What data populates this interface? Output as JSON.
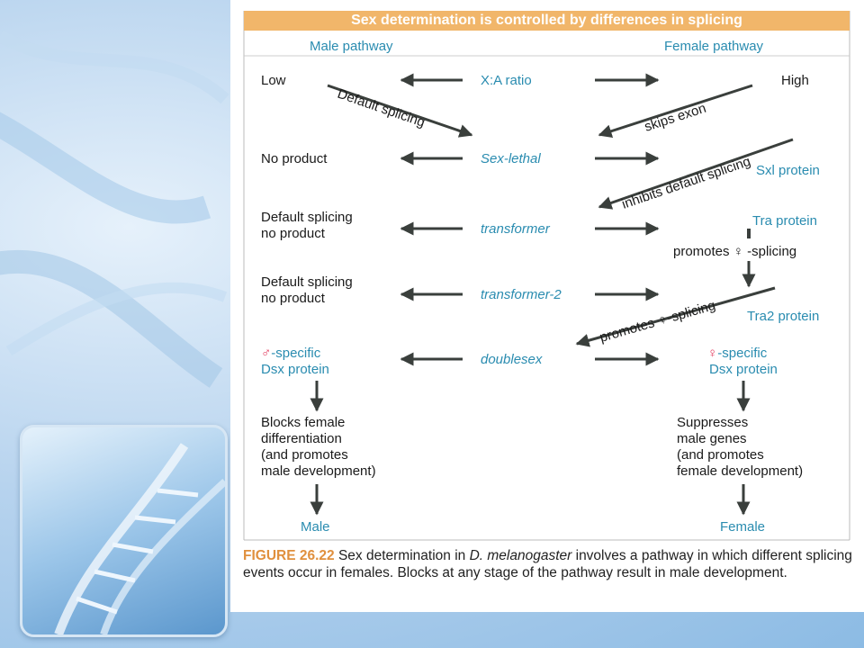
{
  "title": "Sex determination is controlled by differences in splicing",
  "male_pathway": "Male pathway",
  "female_pathway": "Female pathway",
  "row1": {
    "left": "Low",
    "center": "X:A ratio",
    "right": "High"
  },
  "row2": {
    "left": "No product",
    "center": "Sex-lethal",
    "right": "Sxl protein"
  },
  "row3": {
    "left1": "Default splicing",
    "left2": "no product",
    "center": "transformer",
    "right": "Tra protein"
  },
  "row4": {
    "left1": "Default splicing",
    "left2": "no product",
    "center": "transformer-2",
    "right": "Tra2 protein"
  },
  "row5": {
    "left1": "-specific",
    "left2": "Dsx protein",
    "center": "doublesex",
    "right1": "-specific",
    "right2": "Dsx protein"
  },
  "male_outcome": [
    "Blocks female",
    "differentiation",
    "(and promotes",
    "male development)"
  ],
  "female_outcome": [
    "Suppresses",
    "male genes",
    "(and promotes",
    "female development)"
  ],
  "male_final": "Male",
  "female_final": "Female",
  "diag_default_splicing": "Default splicing",
  "diag_skips_exon": "skips exon",
  "diag_inhibits": "inhibits default splicing",
  "diag_promotes_1": "promotes",
  "diag_promotes_1b": "-splicing",
  "diag_promotes_2": "promotes ♀-splicing",
  "male_symbol": "♂",
  "female_symbol": "♀",
  "caption": {
    "figure_label": "FIGURE 26.22",
    "text_1": " Sex determination in ",
    "species": "D. melanogaster",
    "text_2": " involves a pathway in which different splicing events occur in females. Blocks at any stage of the pathway result in male development."
  },
  "colors": {
    "title_bar": "#f1b66a",
    "blue_text": "#2a8cb0",
    "arrow": "#3a3f3c",
    "symbol": "#e23a5c"
  }
}
